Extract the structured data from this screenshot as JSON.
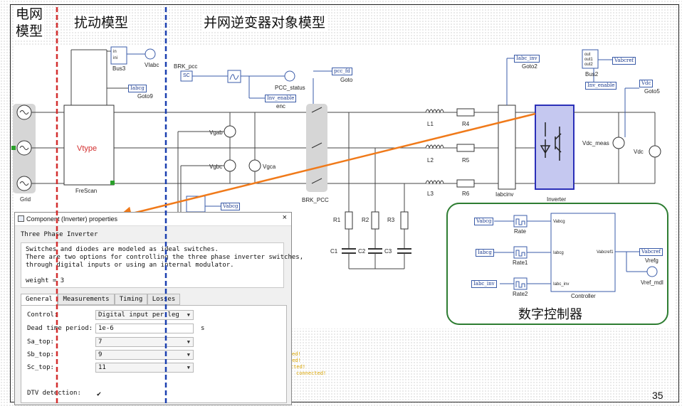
{
  "headers": {
    "grid_model": "电网\n模型",
    "grid_model_line1": "电网",
    "grid_model_line2": "模型",
    "disturbance_model": "扰动模型",
    "inverter_model": "并网逆变器对象模型"
  },
  "schematic": {
    "grid_label": "Grid",
    "vtype_label": "Vtype",
    "frescan_label": "FreScan",
    "bus3_label": "Bus3",
    "bus3_ports": [
      "in",
      "ini"
    ],
    "viabc_label": "VIabc",
    "goto9_tag": "Iabcg",
    "goto9_label": "Goto9",
    "brk_pcc_label": "BRK_pcc",
    "sc_label": "SC",
    "pcc_status_label": "PCC_status",
    "pcc_fd_tag": "pcc_fd",
    "goto_label": "Goto",
    "inv_enable_tag": "Inv_enable",
    "enc_label": "enc",
    "vgab_label": "Vgab",
    "vgbc_label": "Vgbc",
    "vgca_label": "Vgca",
    "vabcg_tag_small": "Vabcg",
    "brk_pcc_switch_label": "BRK_PCC",
    "L1": "L1",
    "L2": "L2",
    "L3": "L3",
    "R4": "R4",
    "R5": "R5",
    "R6": "R6",
    "R1": "R1",
    "R2": "R2",
    "R3": "R3",
    "C1": "C1",
    "C2": "C2",
    "C3": "C3",
    "iabc_inv_tag": "Iabc_inv",
    "goto2_label": "Goto2",
    "iabcinv_label": "Iabcinv",
    "inverter_label": "Inverter",
    "bus2_label": "Bus2",
    "bus2_ports": [
      "out",
      "out1",
      "out2"
    ],
    "vabcref_tag": "Vabcref",
    "inv_enable_tag2": "Inv_enable",
    "vdc_tag": "Vdc",
    "goto5_label": "Goto5",
    "vdc_meas_label": "Vdc_meas",
    "vdc_label": "Vdc"
  },
  "controller": {
    "title": "数字控制器",
    "in_tags": [
      "Vabcg",
      "Iabcg",
      "Iabc_inv"
    ],
    "rate_labels": [
      "Rate",
      "Rate1",
      "Rate2"
    ],
    "block_ports": [
      "Vabcg",
      "Iabcg",
      "Iabc_inv"
    ],
    "out_port": "Vabcref1",
    "block_label": "Controller",
    "vref_tag": "Vabcref",
    "vrefg_label": "Vrefg",
    "vref_mdl_label": "Vref_mdl"
  },
  "dialog": {
    "title": "Component (Inverter) properties",
    "component_name": "Three Phase Inverter",
    "description": [
      "Switches and diodes are modeled as ideal switches.",
      "There are two options for controlling the three phase inverter switches,",
      "through digital inputs or using an internal modulator.",
      "",
      "weight = 3"
    ],
    "tabs": [
      "General",
      "Measurements",
      "Timing",
      "Losses"
    ],
    "active_tab": "General",
    "fields": [
      {
        "label": "Control:",
        "type": "select",
        "value": "Digital input per leg"
      },
      {
        "label": "Dead time period:",
        "type": "text",
        "value": "1e-6",
        "unit": "s"
      },
      {
        "label": "Sa_top:",
        "type": "select",
        "value": "7"
      },
      {
        "label": "Sb_top:",
        "type": "select",
        "value": "9"
      },
      {
        "label": "Sc_top:",
        "type": "select",
        "value": "11"
      },
      {
        "label": "DTV detection:",
        "type": "checkbox",
        "value": "✔"
      }
    ]
  },
  "console_lines": [
    "ed!",
    "ted!",
    "cted!",
    "connected!"
  ],
  "page_number": "35",
  "colors": {
    "red_dash": "#d32f2f",
    "blue_dash": "#1a3fb0",
    "arrow": "#f07a1a",
    "controller_frame": "#2e7d32",
    "inverter_fill": "#c5c8f0",
    "tag_border": "#3a5ba8"
  }
}
